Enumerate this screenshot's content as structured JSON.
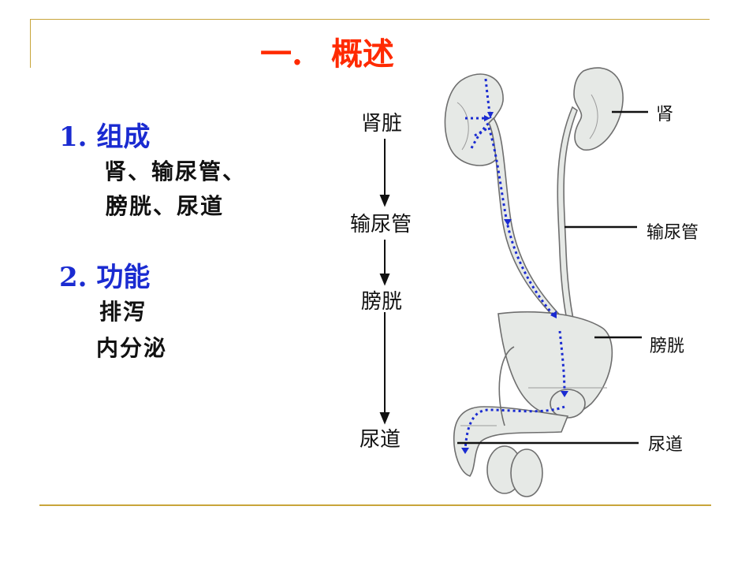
{
  "slide": {
    "title_number": "一.",
    "title_text": "概述"
  },
  "sections": [
    {
      "heading": "1.  组成",
      "lines": [
        "肾、输尿管、",
        "膀胱、尿道"
      ]
    },
    {
      "heading": "2.  功能",
      "lines": [
        "排泻",
        "内分泌"
      ]
    }
  ],
  "flow": [
    "肾脏",
    "输尿管",
    "膀胱",
    "尿道"
  ],
  "parts": [
    "肾",
    "输尿管",
    "膀胱",
    "尿道"
  ],
  "colors": {
    "frame": "#c8a53a",
    "title": "#ff2a00",
    "heading": "#1a2bd1",
    "arrow_flow": "#1a2bd1",
    "organ_fill": "#e6e9e6",
    "organ_stroke": "#6e6e6e"
  }
}
